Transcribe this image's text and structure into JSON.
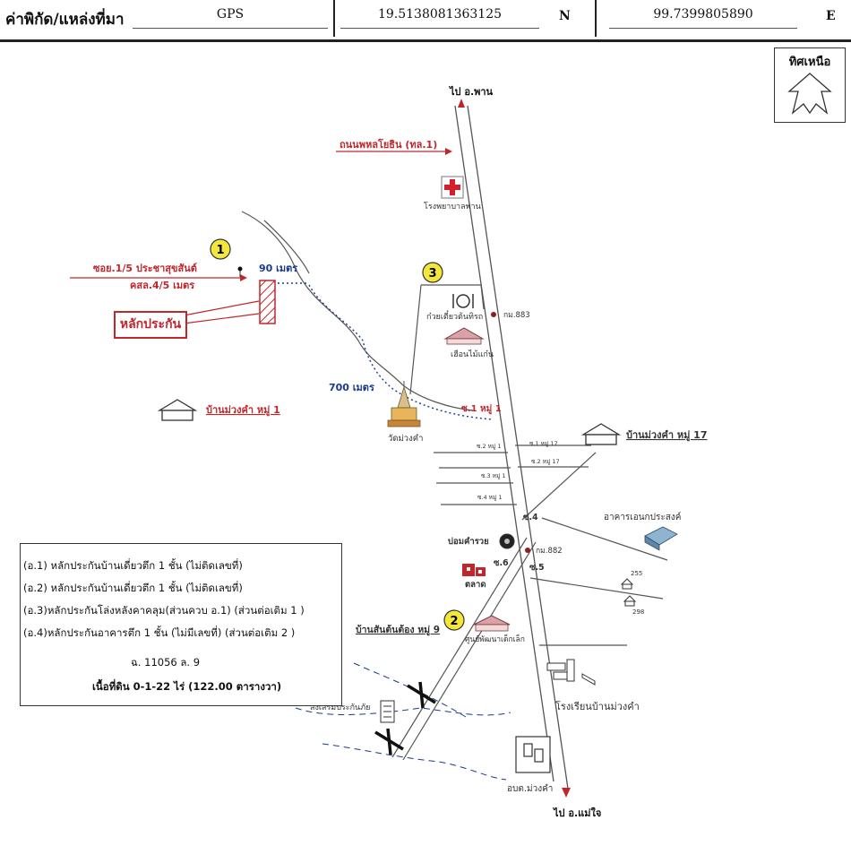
{
  "header": {
    "label": "ค่าพิกัด/แหล่งที่มา",
    "source": "GPS",
    "lat": "19.5138081363125",
    "lat_dir": "N",
    "lon": "99.7399805890",
    "lon_dir": "E"
  },
  "north": {
    "label": "ทิศเหนือ"
  },
  "legend": {
    "items": [
      "(อ.1) หลักประกันบ้านเดี่ยวตึก 1 ชั้น  (ไม่ติดเลขที่)",
      "(อ.2) หลักประกันบ้านเดี่ยวตึก 1 ชั้น  (ไม่ติดเลขที่)",
      "(อ.3)หลักประกันโล่งหลังคาคลุม(ส่วนควบ อ.1) (ส่วนต่อเติม 1 )",
      "(อ.4)หลักประกันอาคารตึก 1 ชั้น  (ไม่มีเลขที่) (ส่วนต่อเติม 2 )"
    ],
    "deed": "ฉ. 11056   ล. 9",
    "area": "เนื้อที่ดิน 0-1-22 ไร่ (122.00 ตารางวา)"
  },
  "labels": {
    "to_north": "ไป อ.พาน",
    "to_south": "ไป อ.แม่ใจ",
    "highway": "ถนนพหลโยธิน (ทล.1)",
    "hospital": "โรงพยาบาลพาน",
    "alley": "ซอย.1/5 ประชาสุขสันต์",
    "road_width": "คสล.4/5 เมตร",
    "collateral": "หลักประกัน",
    "dist_90": "90 เมตร",
    "dist_700": "700 เมตร",
    "temple": "วัดม่วงคำ",
    "restaurant": "ก๋วยเตี๋ยวต้นทิรถ",
    "inn": "เฮือนไม้แก๋น",
    "km883": "กม.883",
    "km882": "กม.882",
    "village1": "บ้านม่วงคำ หมู่ 1",
    "village17": "บ้านม่วงคำ หมู่ 17",
    "soi1": "ซ.1 หมู่ 1",
    "soi2_1": "ซ.2 หมู่ 1",
    "soi3_1": "ซ.3 หมู่ 1",
    "soi4_1": "ซ.4 หมู่ 1",
    "soi1_17": "ซ.1 หมู่ 17",
    "soi2_17": "ซ.2 หมู่ 17",
    "soi4": "ซ.4",
    "soi5": "ซ.5",
    "soi6": "ซ.6",
    "building": "อาคารเอนกประสงค์",
    "n255": "255",
    "n298": "298",
    "fish_pond": "บ่อมคำรวย",
    "market": "ตลาด",
    "village9": "บ้านสันต้นต้อง หมู่ 9",
    "childcare": "ศูนย์พัฒนาเด็กเล็ก",
    "school": "โรงเรียนบ้านม่วงคำ",
    "health": "ส่งเสริมประกันภัย",
    "sao": "อบต.ม่วงคำ",
    "m1": "1",
    "m2": "2",
    "m3": "3"
  },
  "colors": {
    "road": "#555555",
    "red": "#c0272d",
    "blue": "#1a3a8c",
    "marker": "#f3e83a"
  }
}
